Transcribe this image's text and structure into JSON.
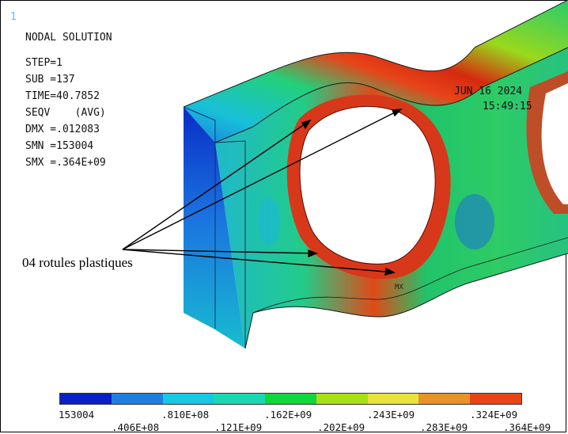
{
  "window_number": "1",
  "solution_title": "NODAL SOLUTION",
  "info_lines": [
    "STEP=1",
    "SUB =137",
    "TIME=40.7852",
    "SEQV    (AVG)",
    "DMX =.012083",
    "SMN =153004",
    "SMX =.364E+09"
  ],
  "date": "JUN 16 2024",
  "time": "15:49:15",
  "annotation": "04 rotules plastiques",
  "mx_label": "MX",
  "legend": {
    "colors": [
      "#0a1fc6",
      "#1f7fe0",
      "#17c8e6",
      "#19d8b2",
      "#10d83a",
      "#a8e016",
      "#e8e23a",
      "#e89228",
      "#e84418"
    ],
    "labels_top": [
      "153004",
      ".810E+08",
      ".162E+09",
      ".243E+09",
      ".324E+09"
    ],
    "labels_bottom": [
      ".406E+08",
      ".121E+09",
      ".202E+09",
      ".283E+09",
      ".364E+09"
    ]
  }
}
